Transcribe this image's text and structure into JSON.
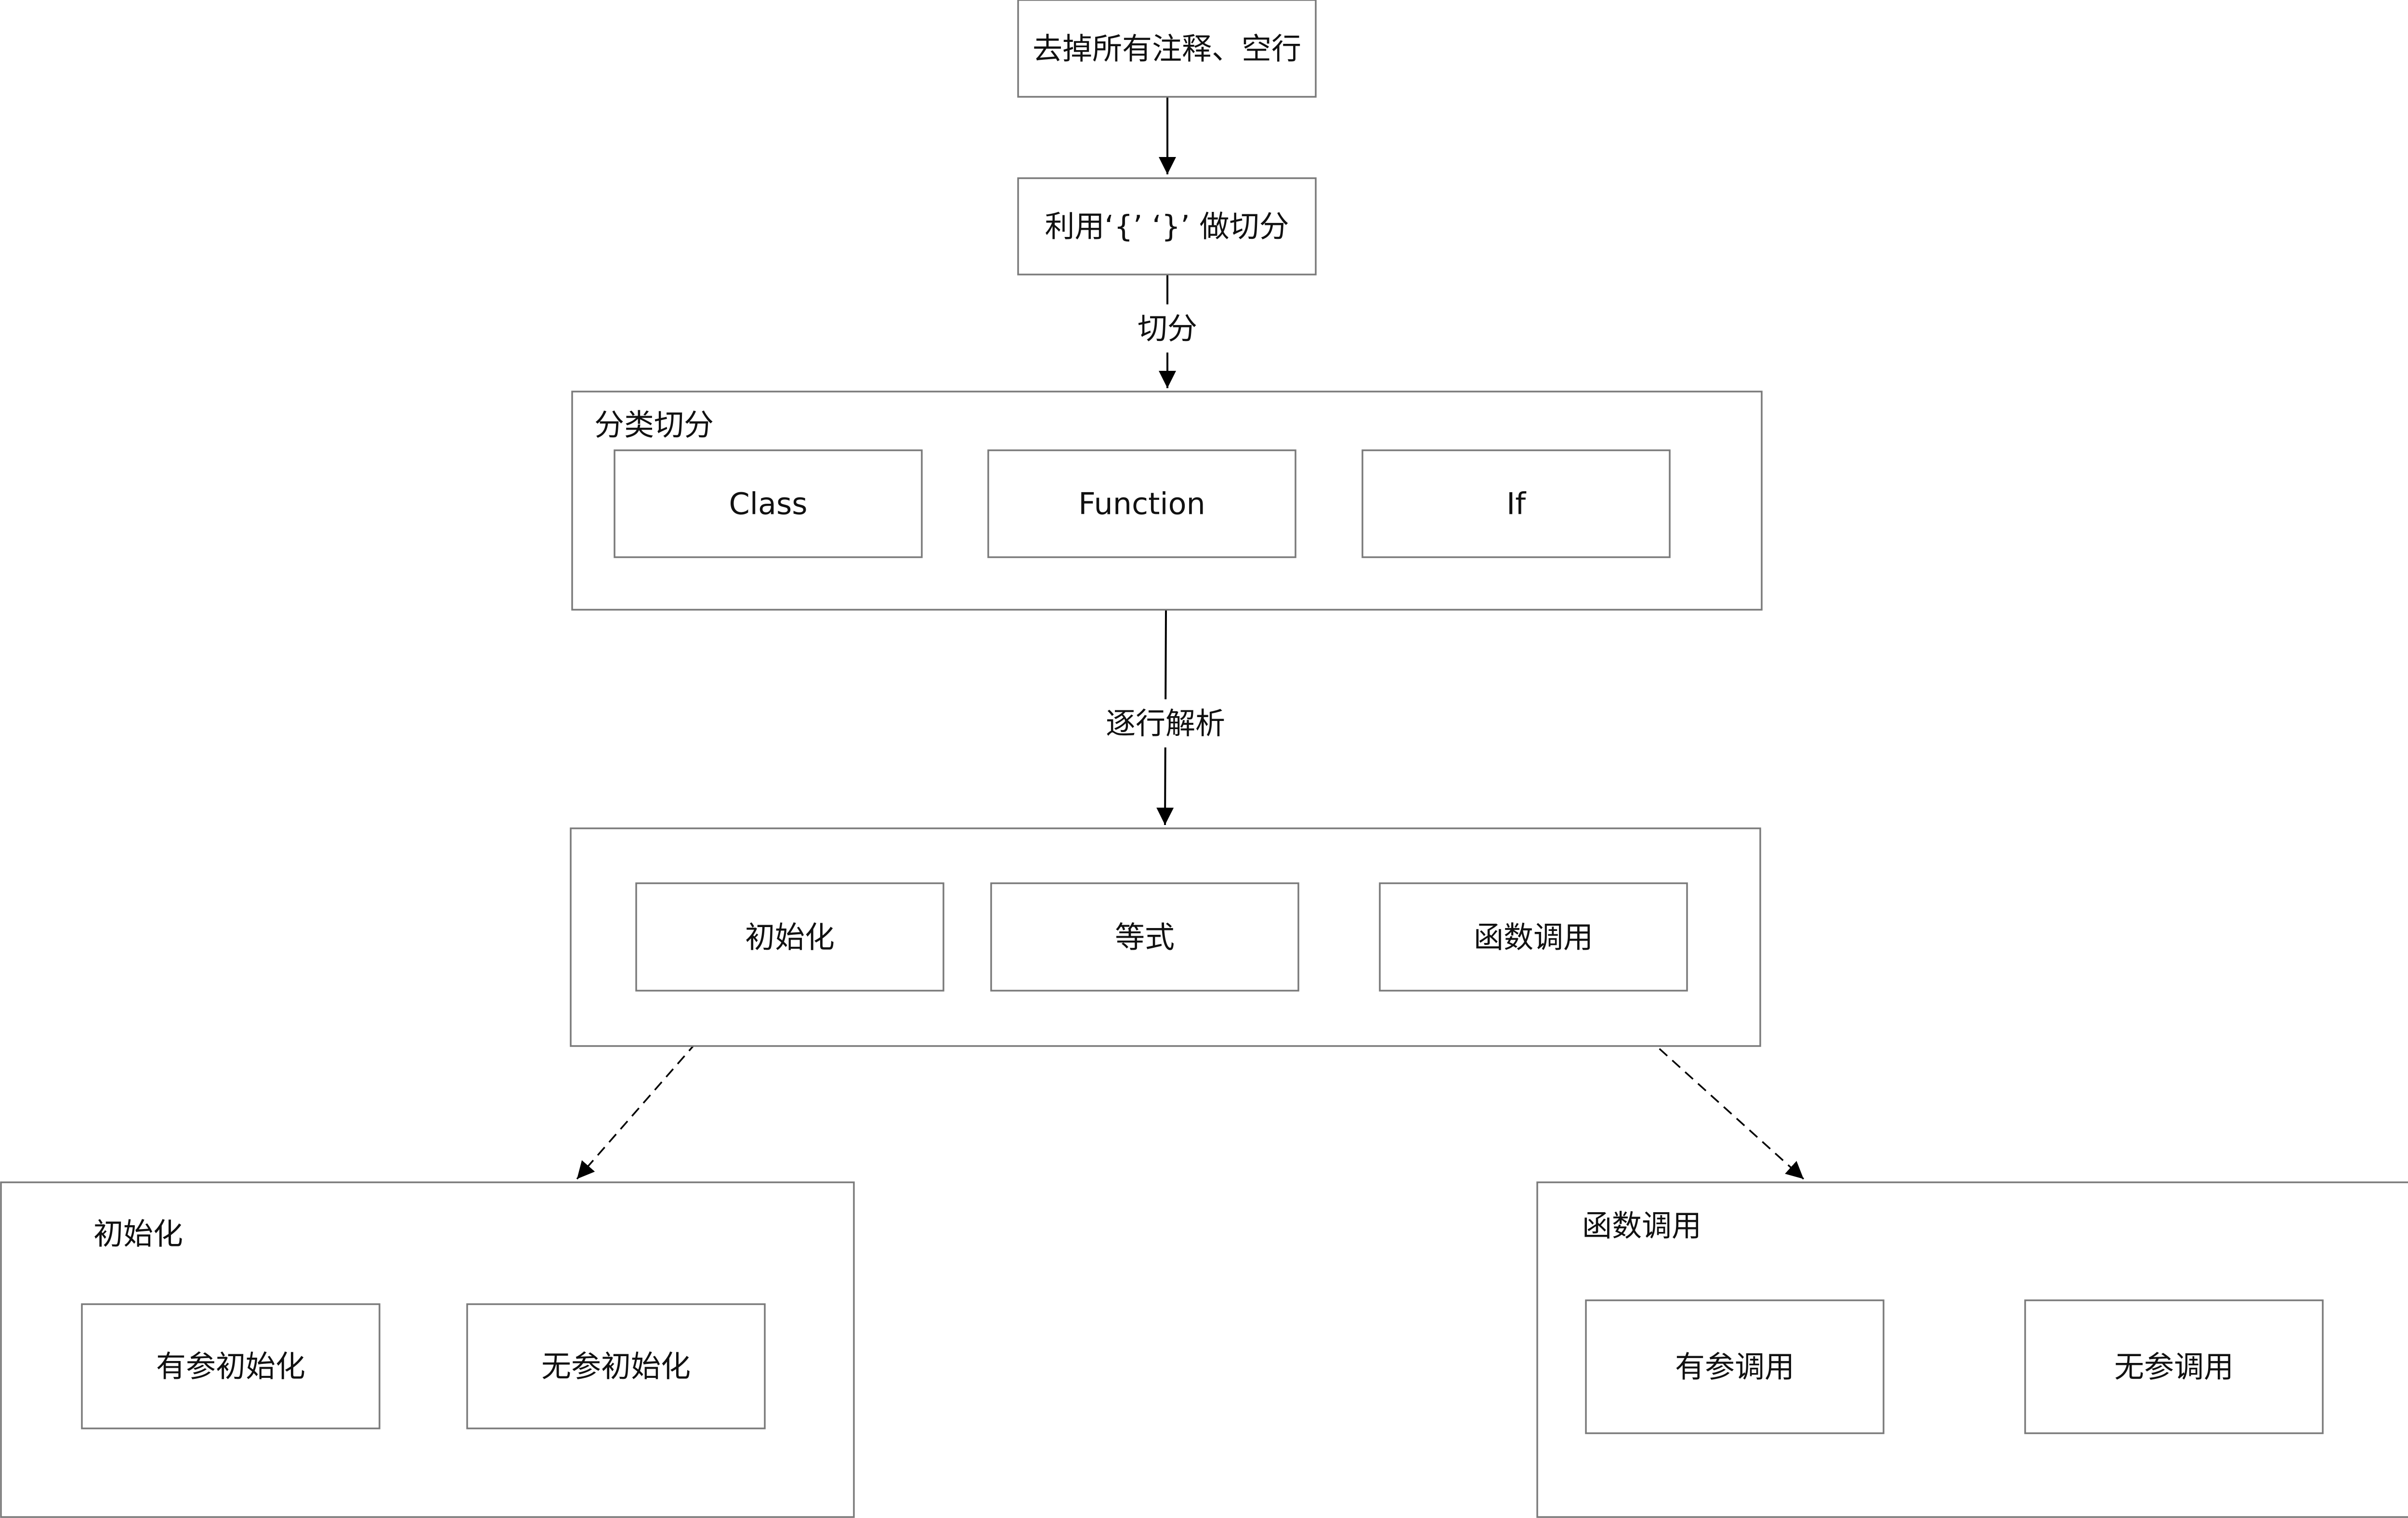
{
  "nodes": {
    "remove_comments": "去掉所有注释、空行",
    "split_by_braces": "利用‘{’ ‘}’ 做切分",
    "class": "Class",
    "function": "Function",
    "if": "If",
    "init": "初始化",
    "equation": "等式",
    "func_call": "函数调用",
    "init_with_params": "有参初始化",
    "init_without_params": "无参初始化",
    "call_with_params": "有参调用",
    "call_without_params": "无参调用"
  },
  "containers": {
    "categorize_split": "分类切分",
    "parse_lines": "",
    "init_detail": "初始化",
    "func_call_detail": "函数调用"
  },
  "edges": {
    "split_label": "切分",
    "parse_label": "逐行解析"
  },
  "colors": {
    "border": "#7a7a7a",
    "line": "#000000",
    "text": "#111111",
    "background": "#ffffff"
  }
}
